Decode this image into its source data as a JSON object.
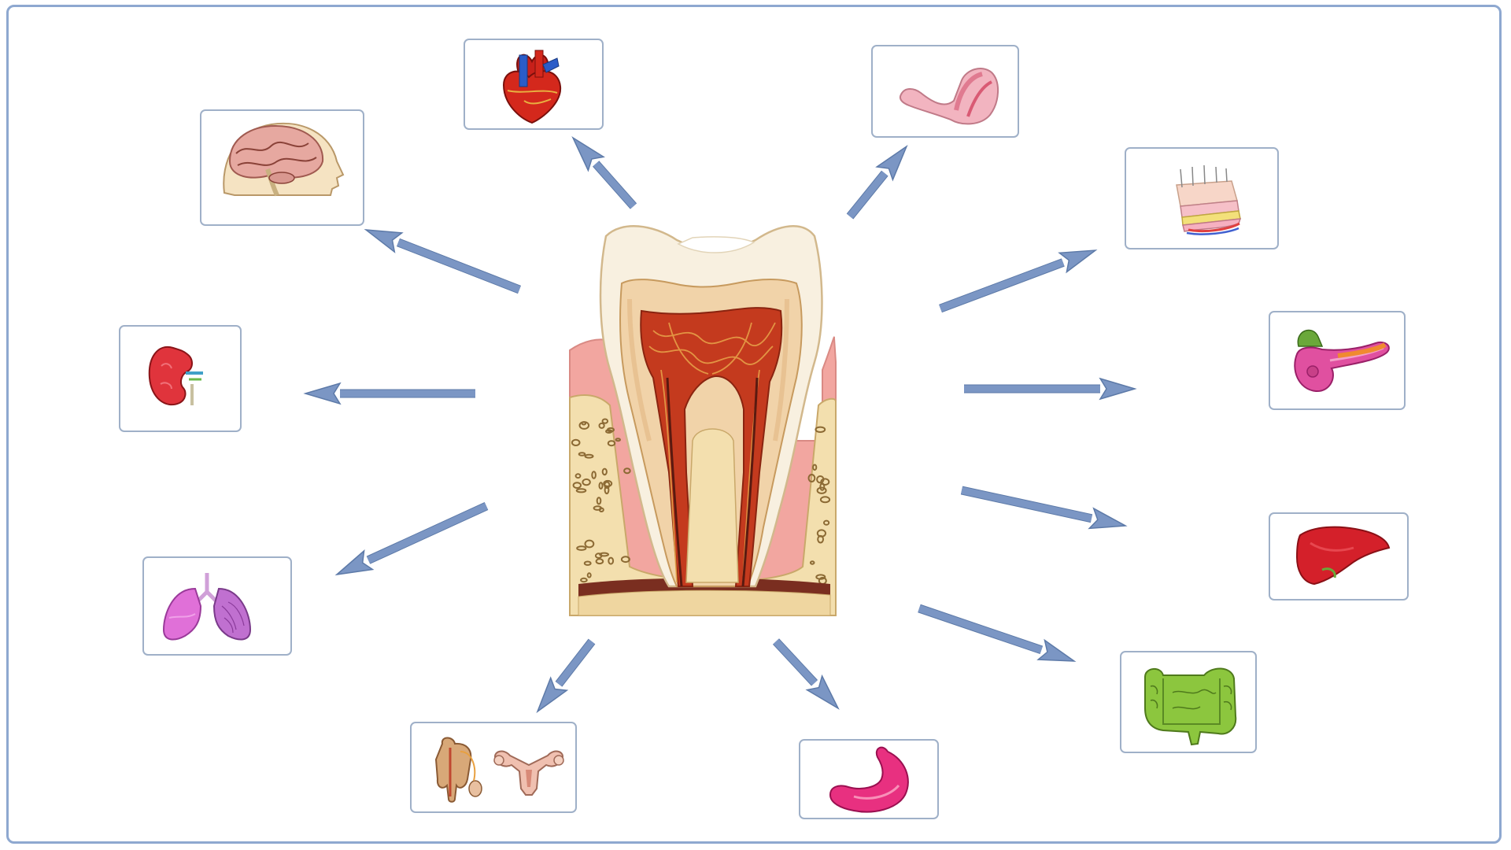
{
  "diagram": {
    "center": {
      "name": "tooth-cross-section",
      "colors": {
        "enamel": "#f8f0e0",
        "dentin": "#f1d3a9",
        "pulp": "#c43a1e",
        "gum": "#f2a6a0",
        "bone": "#f3dfae"
      }
    },
    "organs": [
      {
        "id": "brain",
        "icon": "brain-icon"
      },
      {
        "id": "heart",
        "icon": "heart-icon"
      },
      {
        "id": "muscle",
        "icon": "muscle-icon"
      },
      {
        "id": "skin",
        "icon": "skin-layers-icon"
      },
      {
        "id": "pancreas",
        "icon": "pancreas-icon"
      },
      {
        "id": "liver",
        "icon": "liver-icon"
      },
      {
        "id": "intestine",
        "icon": "intestine-icon"
      },
      {
        "id": "stomach",
        "icon": "stomach-icon"
      },
      {
        "id": "reproductive",
        "icon": "reproductive-organs-icon"
      },
      {
        "id": "lungs",
        "icon": "lungs-icon"
      },
      {
        "id": "kidney",
        "icon": "kidney-icon"
      }
    ],
    "colors": {
      "frame_border": "#8ea8d0",
      "box_border": "#9fb0c8",
      "arrow": "#7b96c4"
    }
  }
}
